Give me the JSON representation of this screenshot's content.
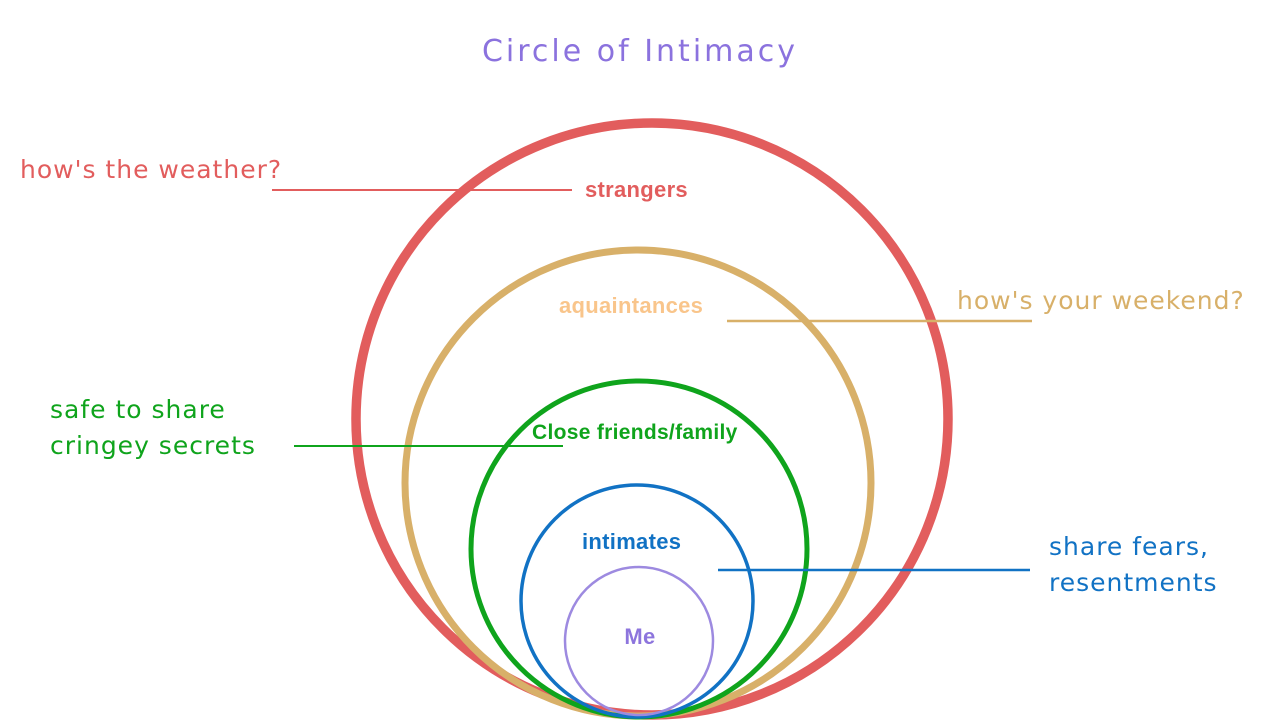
{
  "title": "Circle of Intimacy",
  "title_color": "#8b72de",
  "rings": [
    {
      "name": "strangers",
      "label": "strangers",
      "ring_color": "#e25d5d",
      "label_color": "#e25d5d",
      "annotation_lines": [
        "how's the weather?"
      ]
    },
    {
      "name": "acquaintances",
      "label": "aquaintances",
      "ring_color": "#d8b069",
      "label_color": "#f9c58b",
      "annotation_lines": [
        "how's your weekend?"
      ]
    },
    {
      "name": "close-friends-family",
      "label": "Close friends/family",
      "ring_color": "#0fa41c",
      "label_color": "#0fa41c",
      "annotation_lines": [
        "safe to share",
        "cringey secrets"
      ]
    },
    {
      "name": "intimates",
      "label": "intimates",
      "ring_color": "#1172c4",
      "label_color": "#1172c4",
      "annotation_lines": [
        "share fears,",
        "resentments"
      ]
    },
    {
      "name": "me",
      "label": "Me",
      "ring_color": "#9d8ae0",
      "label_color": "#8d75dd"
    }
  ]
}
